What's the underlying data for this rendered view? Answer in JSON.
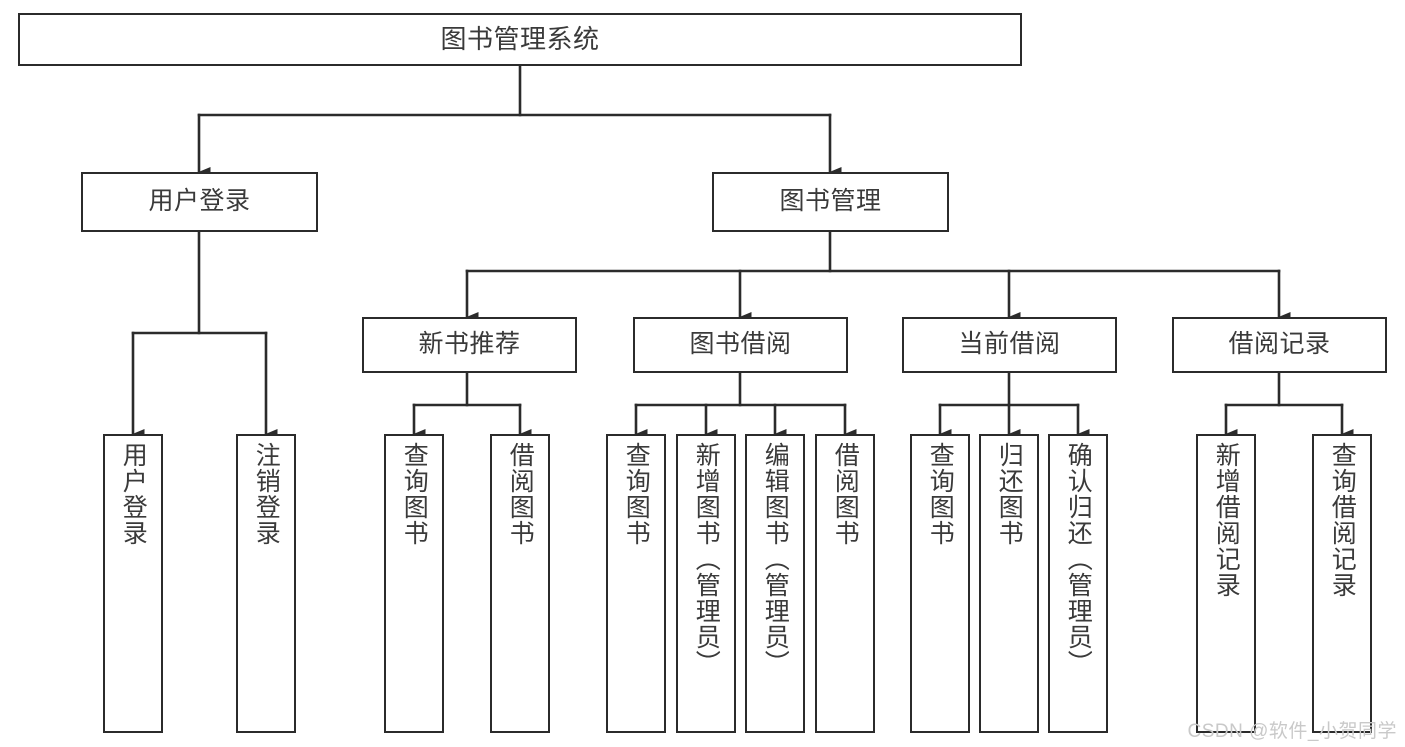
{
  "diagram": {
    "type": "tree",
    "title": "图书管理系统",
    "watermark": "CSDN @软件_小贺同学",
    "nodes": {
      "root": {
        "label": "图书管理系统"
      },
      "level2": [
        {
          "id": "user-login",
          "label": "用户登录"
        },
        {
          "id": "book-management",
          "label": "图书管理"
        }
      ],
      "level3": [
        {
          "id": "new-book-recommend",
          "label": "新书推荐"
        },
        {
          "id": "book-borrow",
          "label": "图书借阅"
        },
        {
          "id": "current-borrow",
          "label": "当前借阅"
        },
        {
          "id": "borrow-record",
          "label": "借阅记录"
        }
      ],
      "leaves": [
        {
          "id": "leaf-user-login",
          "label": "用户登录",
          "parent": "user-login"
        },
        {
          "id": "leaf-logout-login",
          "label": "注销登录",
          "parent": "user-login"
        },
        {
          "id": "leaf-query-book-1",
          "label": "查询图书",
          "parent": "new-book-recommend"
        },
        {
          "id": "leaf-borrow-book-1",
          "label": "借阅图书",
          "parent": "new-book-recommend"
        },
        {
          "id": "leaf-query-book-2",
          "label": "查询图书",
          "parent": "book-borrow"
        },
        {
          "id": "leaf-add-book",
          "label": "新增图书（管理员）",
          "parent": "book-borrow"
        },
        {
          "id": "leaf-edit-book",
          "label": "编辑图书（管理员）",
          "parent": "book-borrow"
        },
        {
          "id": "leaf-borrow-book-2",
          "label": "借阅图书",
          "parent": "book-borrow"
        },
        {
          "id": "leaf-query-book-3",
          "label": "查询图书",
          "parent": "current-borrow"
        },
        {
          "id": "leaf-return-book",
          "label": "归还图书",
          "parent": "current-borrow"
        },
        {
          "id": "leaf-confirm-return",
          "label": "确认归还（管理员）",
          "parent": "current-borrow"
        },
        {
          "id": "leaf-add-record",
          "label": "新增借阅记录",
          "parent": "borrow-record"
        },
        {
          "id": "leaf-query-record",
          "label": "查询借阅记录",
          "parent": "borrow-record"
        }
      ]
    },
    "colors": {
      "stroke": "#2b2b2b",
      "text": "#3a3a3a",
      "background": "#ffffff",
      "watermark": "#c9c9c9"
    }
  }
}
